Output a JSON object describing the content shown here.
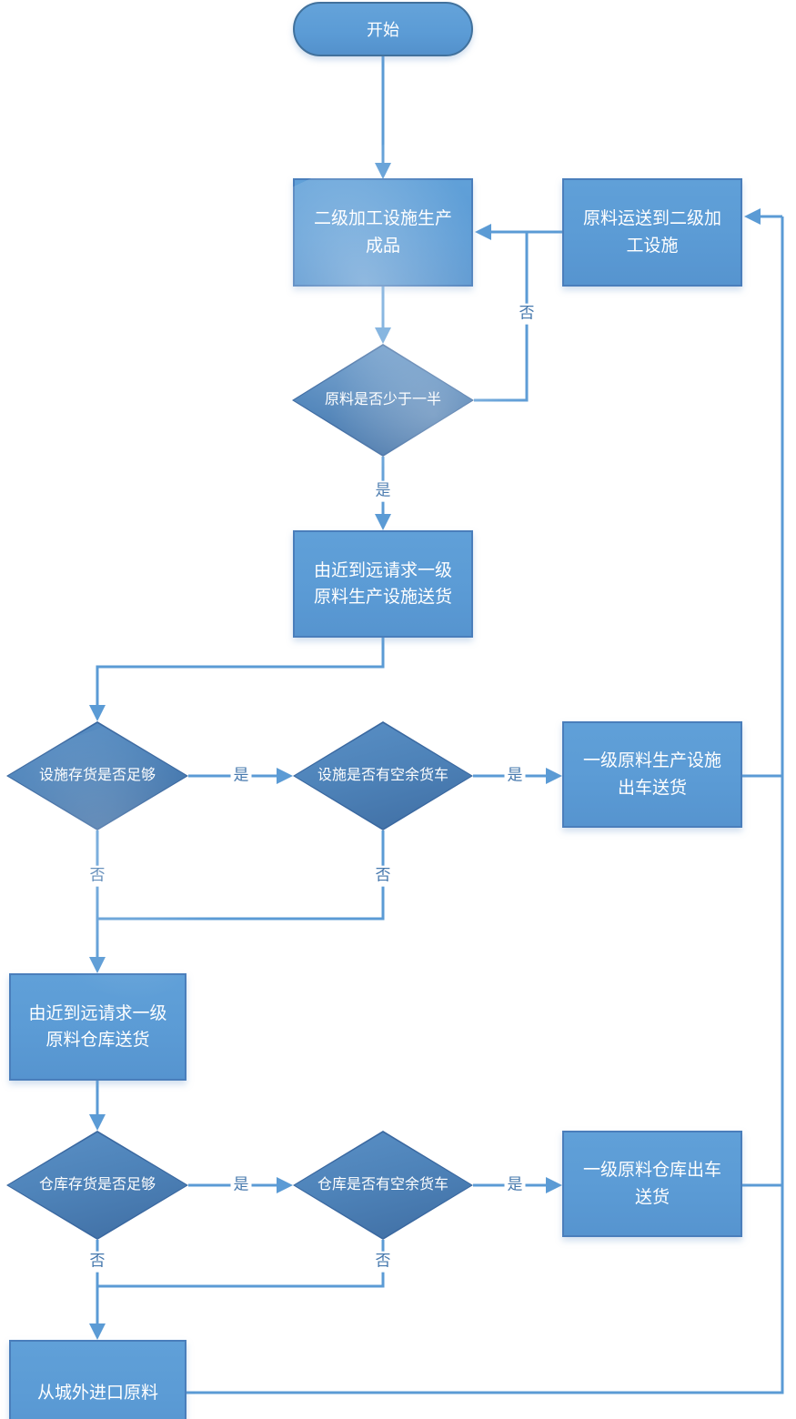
{
  "diagram": {
    "nodes": {
      "start": {
        "label": "开始"
      },
      "produce": {
        "label": "二级加工设施生产成品"
      },
      "transport": {
        "label": "原料运送到二级加工设施"
      },
      "check_material": {
        "label": "原料是否少于一半"
      },
      "request_facility": {
        "label": "由近到远请求一级原料生产设施送货"
      },
      "facility_stock": {
        "label": "设施存货是否足够"
      },
      "facility_truck": {
        "label": "设施是否有空余货车"
      },
      "facility_dispatch": {
        "label": "一级原料生产设施出车送货"
      },
      "request_warehouse": {
        "label": "由近到远请求一级原料仓库送货"
      },
      "warehouse_stock": {
        "label": "仓库存货是否足够"
      },
      "warehouse_truck": {
        "label": "仓库是否有空余货车"
      },
      "warehouse_dispatch": {
        "label": "一级原料仓库出车送货"
      },
      "import_outside": {
        "label": "从城外进口原料"
      }
    },
    "edge_labels": {
      "yes": "是",
      "no": "否"
    },
    "edges": [
      {
        "from": "start",
        "to": "produce",
        "label": ""
      },
      {
        "from": "produce",
        "to": "check_material",
        "label": ""
      },
      {
        "from": "check_material",
        "to": "produce",
        "label": "否"
      },
      {
        "from": "check_material",
        "to": "request_facility",
        "label": "是"
      },
      {
        "from": "request_facility",
        "to": "facility_stock",
        "label": ""
      },
      {
        "from": "facility_stock",
        "to": "facility_truck",
        "label": "是"
      },
      {
        "from": "facility_truck",
        "to": "facility_dispatch",
        "label": "是"
      },
      {
        "from": "facility_stock",
        "to": "request_warehouse",
        "label": "否"
      },
      {
        "from": "facility_truck",
        "to": "request_warehouse",
        "label": "否"
      },
      {
        "from": "request_warehouse",
        "to": "warehouse_stock",
        "label": ""
      },
      {
        "from": "warehouse_stock",
        "to": "warehouse_truck",
        "label": "是"
      },
      {
        "from": "warehouse_truck",
        "to": "warehouse_dispatch",
        "label": "是"
      },
      {
        "from": "warehouse_stock",
        "to": "import_outside",
        "label": "否"
      },
      {
        "from": "warehouse_truck",
        "to": "import_outside",
        "label": "否"
      },
      {
        "from": "facility_dispatch",
        "to": "transport",
        "label": ""
      },
      {
        "from": "warehouse_dispatch",
        "to": "transport",
        "label": ""
      },
      {
        "from": "import_outside",
        "to": "transport",
        "label": ""
      },
      {
        "from": "transport",
        "to": "produce",
        "label": ""
      }
    ],
    "colors": {
      "shape_fill": "#5b9bd5",
      "shape_border": "#4a7ebb",
      "diamond_fill_dark": "#3f6da2",
      "diamond_border": "#3a68a0",
      "line": "#5b9bd5",
      "edge_label_text": "#4678ad",
      "node_text": "#ffffff",
      "background": "#ffffff"
    }
  }
}
